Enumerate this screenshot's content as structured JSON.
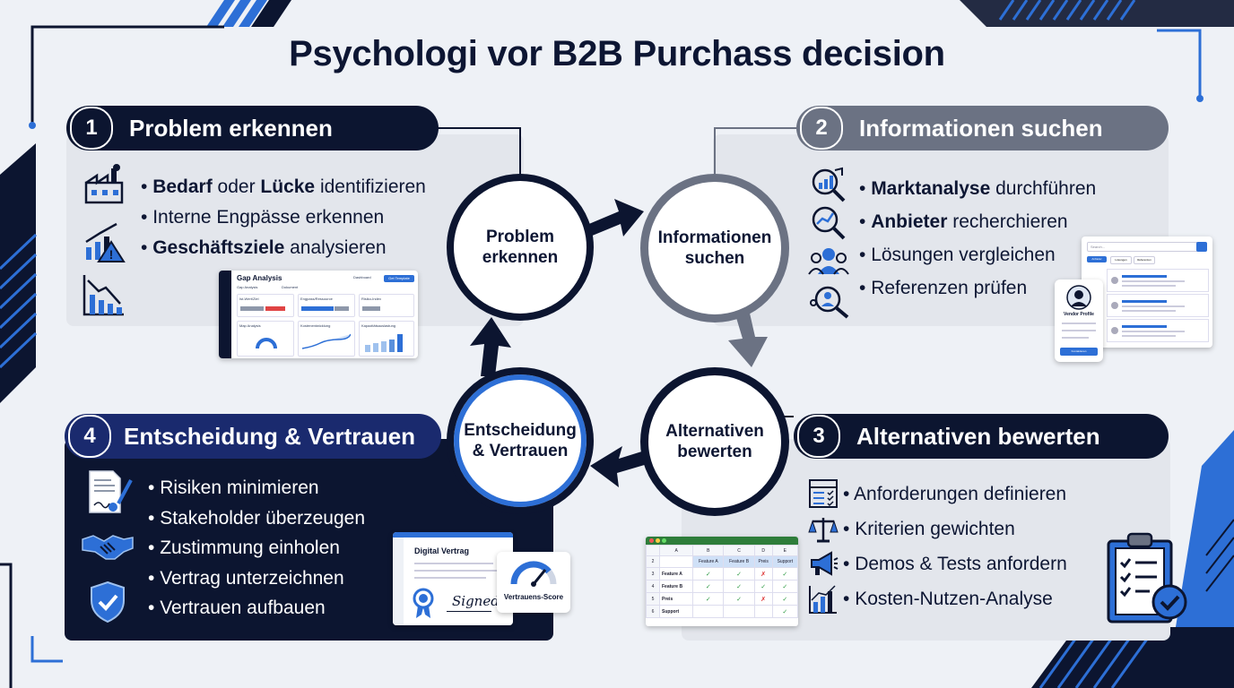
{
  "title": "Psychologi vor B2B Purchass decision",
  "colors": {
    "navy": "#0c1530",
    "blue": "#2d6fd6",
    "slate": "#6b7283",
    "light_panel": "#e3e6ec"
  },
  "stages": [
    {
      "num": "1",
      "title": "Problem erkennen",
      "bullets": [
        {
          "bold": "Bedarf",
          "mid": " oder ",
          "bold2": "Lücke",
          "rest": " identifizieren"
        },
        {
          "bold": "",
          "mid": "",
          "bold2": "",
          "rest": "Interne Engpässe erkennen"
        },
        {
          "bold": "Geschäftsziele",
          "mid": "",
          "bold2": "",
          "rest": " analysieren"
        }
      ],
      "icons": [
        "factory-icon",
        "growth-warning-chart-icon",
        "decline-chart-icon"
      ]
    },
    {
      "num": "2",
      "title": "Informationen suchen",
      "bullets": [
        {
          "bold": "Marktanalyse",
          "rest": " durchführen"
        },
        {
          "bold": "Anbieter",
          "rest": " recherchieren"
        },
        {
          "bold": "",
          "rest": "Lösungen vergleichen"
        },
        {
          "bold": "",
          "rest": "Referenzen prüfen"
        }
      ],
      "icons": [
        "magnifier-chart-icon",
        "magnifier-chart-icon",
        "people-group-icon",
        "magnifier-people-icon"
      ]
    },
    {
      "num": "3",
      "title": "Alternativen bewerten",
      "bullets": [
        "Anforderungen definieren",
        "Kriterien gewichten",
        "Demos & Tests anfordern",
        "Kosten-Nutzen-Analyse"
      ],
      "icons": [
        "checklist-icon",
        "scale-icon",
        "megaphone-icon",
        "bar-chart-icon"
      ]
    },
    {
      "num": "4",
      "title": "Entscheidung & Vertrauen",
      "bullets": [
        "Risiken minimieren",
        "Stakeholder überzeugen",
        "Zustimmung einholen",
        "Vertrag unterzeichnen",
        "Vertrauen aufbauen"
      ],
      "icons": [
        "contract-icon",
        "handshake-icon",
        "shield-check-icon"
      ]
    }
  ],
  "cycle": {
    "c1": "Problem erkennen",
    "c2": "Informationen suchen",
    "c3": "Alternativen bewerten",
    "c4": "Entscheidung & Vertrauen"
  },
  "gap_card": {
    "title": "Gap Analysis",
    "button": "Get Template",
    "tabs": [
      "Dashboard",
      "Gap Analysis",
      "Dokument"
    ],
    "tiles": [
      "Ist-Wert/Ziel",
      "Engpass/Ressource",
      "Risiko-Index",
      "Map Analysis",
      "Kostenentwicklung",
      "Kapazitätsauslastung"
    ]
  },
  "search_card": {
    "placeholder": "Search...",
    "tabs": [
      "Anbieter",
      "Lösungen",
      "Referenzen"
    ]
  },
  "vendor_card": {
    "title": "Vendor Profile",
    "button": "Kontaktieren"
  },
  "sheet": {
    "cols": [
      "A",
      "B",
      "C",
      "D",
      "E"
    ],
    "header": [
      "",
      "Feature A",
      "Feature B",
      "Preis",
      "Support"
    ],
    "rows": [
      {
        "num": "3",
        "label": "Feature A",
        "cells": [
          "✓",
          "✓",
          "✗",
          "✓"
        ]
      },
      {
        "num": "4",
        "label": "Feature B",
        "cells": [
          "✓",
          "✓",
          "✓",
          "✓"
        ]
      },
      {
        "num": "5",
        "label": "Preis",
        "cells": [
          "✓",
          "✓",
          "✗",
          "✓"
        ]
      },
      {
        "num": "6",
        "label": "Support",
        "cells": [
          "",
          "",
          "",
          "✓"
        ]
      }
    ]
  },
  "trust_card": {
    "title": "Digital Vertrag",
    "signature": "Signed",
    "score_label": "Vertrauens-Score"
  }
}
